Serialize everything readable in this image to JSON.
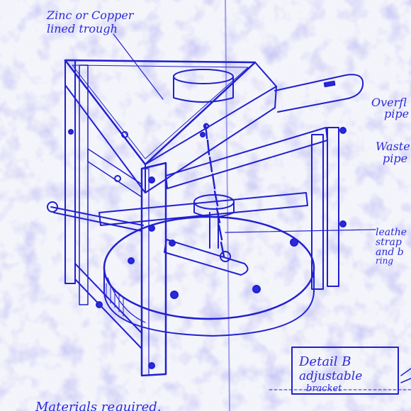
{
  "colors": {
    "paper": "#f4f4fb",
    "ink": "#2020d0",
    "wash": "#9a9ae8"
  },
  "labels": {
    "trough": [
      "Zinc or Copper",
      "lined trough"
    ],
    "overflow": [
      "Overfl",
      "pipe"
    ],
    "waste": [
      "Waste",
      "pipe"
    ],
    "leather": [
      "leathe",
      "strap",
      "and b",
      "ring"
    ],
    "detail_title": "Detail B",
    "detail_sub": "adjustable",
    "detail_sub2": "bracket",
    "materials": "Materials required."
  }
}
